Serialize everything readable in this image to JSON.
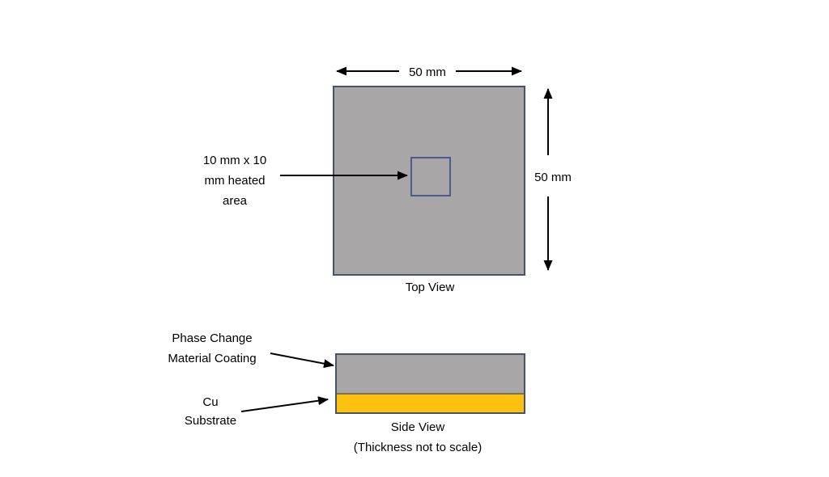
{
  "diagram": {
    "top_view": {
      "width_dimension": "50 mm",
      "height_dimension": "50 mm",
      "heated_area_lines": [
        "10 mm x 10",
        "mm heated",
        "area"
      ],
      "caption": "Top View"
    },
    "side_view": {
      "pcm_label_lines": [
        "Phase Change",
        "Material Coating"
      ],
      "cu_label_lines": [
        "Cu",
        "Substrate"
      ],
      "caption": "Side View",
      "note": "(Thickness not to scale)"
    }
  },
  "colors": {
    "background": "#ffffff",
    "plate_fill": "#a9a6a7",
    "plate_border": "#44546a",
    "heated_square_border": "#4a5c8f",
    "pcm_fill": "#a9a6a7",
    "cu_fill": "#ffc010",
    "layer_divider": "#7a7350",
    "ink": "#000000"
  }
}
